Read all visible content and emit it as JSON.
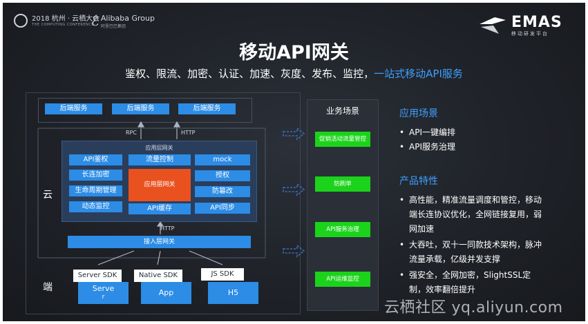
{
  "header": {
    "conf_line1": "2018 杭州 · 云栖大会",
    "conf_line2": "THE COMPUTING CONFERENCE",
    "ali_line1": "Alibaba Group",
    "ali_line2": "阿里巴巴集团",
    "emas_line1": "EMAS",
    "emas_line2": "移动研发平台"
  },
  "title": "移动API网关",
  "subtitle": {
    "main": "鉴权、限流、加密、认证、加速、灰度、发布、监控，",
    "highlight": "一站式移动API服务"
  },
  "diagram": {
    "backend": [
      "后端服务",
      "后端服务",
      "后端服务"
    ],
    "rpc_label": "RPC",
    "http_top_label": "HTTP",
    "app_layer_title": "应用层网关",
    "left_col": [
      "API鉴权",
      "长连加密",
      "生命周期管理",
      "动态监控"
    ],
    "mid_col_top": "流量控制",
    "core": "应用层网关",
    "mid_col_bottom": "API缓存",
    "right_col": [
      "mock",
      "授权",
      "防篡改",
      "API同步"
    ],
    "http_mid_label": "HTTP",
    "access_layer": "接入层网关",
    "sdks": [
      "Server SDK",
      "Native SDK",
      "JS SDK"
    ],
    "clients": [
      "Serve",
      "r",
      "App",
      "H5"
    ],
    "cloud_label": "云",
    "end_label": "端"
  },
  "business": {
    "title": "业务场景",
    "items": [
      "促销活动流量管控",
      "防刷单",
      "API服务治理",
      "API运维监控"
    ]
  },
  "right": {
    "scenes_title": "应用场景",
    "scenes": [
      "API一键编排",
      "API服务治理"
    ],
    "features_title": "产品特性",
    "features": [
      [
        "高性能，精准流量调度和管控，移动",
        "端长连协议优化，全网链接复用，弱",
        "网加速"
      ],
      [
        "大吞吐，双十一同款技术架构，脉冲",
        "流量承载，亿级并发支撑"
      ],
      [
        "强安全，全网加密，SlightSSL定",
        "制，效率翻倍提升"
      ]
    ]
  },
  "watermark": "云栖社区 yq.aliyun.com",
  "colors": {
    "accent_blue": "#2c8ce6",
    "title_blue": "#3ea0ff",
    "core_orange": "#e9511f",
    "green": "#1bd31b"
  }
}
